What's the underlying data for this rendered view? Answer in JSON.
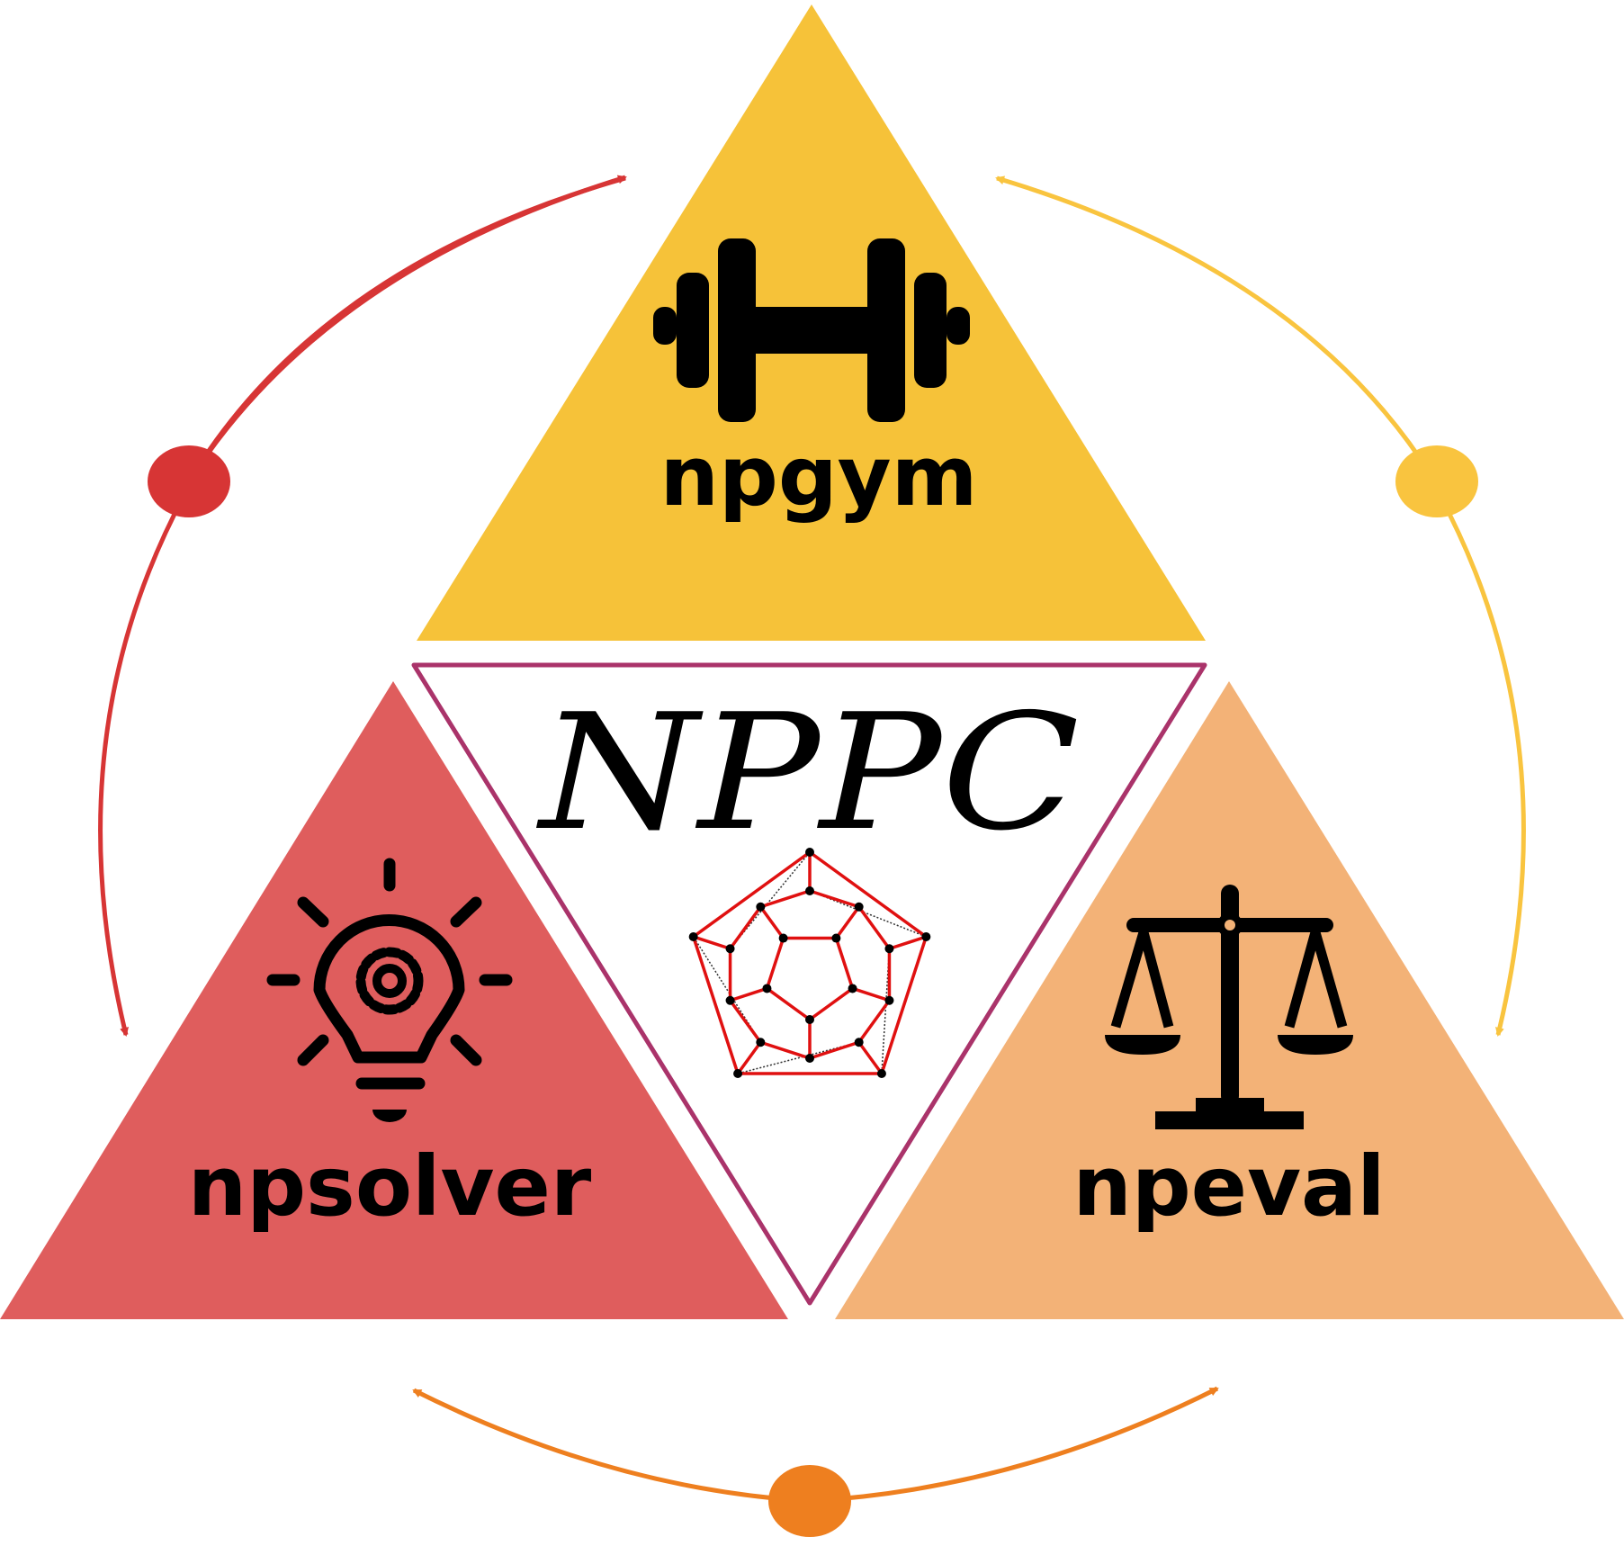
{
  "title": "NPPC",
  "modules": [
    {
      "id": "npgym",
      "label": "npgym",
      "icon": "dumbbell-icon",
      "color": "#F6C239"
    },
    {
      "id": "npsolver",
      "label": "npsolver",
      "icon": "lightbulb-gear-icon",
      "color": "#DF5D5D"
    },
    {
      "id": "npeval",
      "label": "npeval",
      "icon": "scales-icon",
      "color": "#F3B277"
    }
  ],
  "center": {
    "icon": "dodecahedron-graph-icon",
    "border_color": "#AA336A"
  },
  "cycle_colors": {
    "left": "#D73535",
    "right": "#F9C43F",
    "bottom": "#EE7F1F"
  }
}
